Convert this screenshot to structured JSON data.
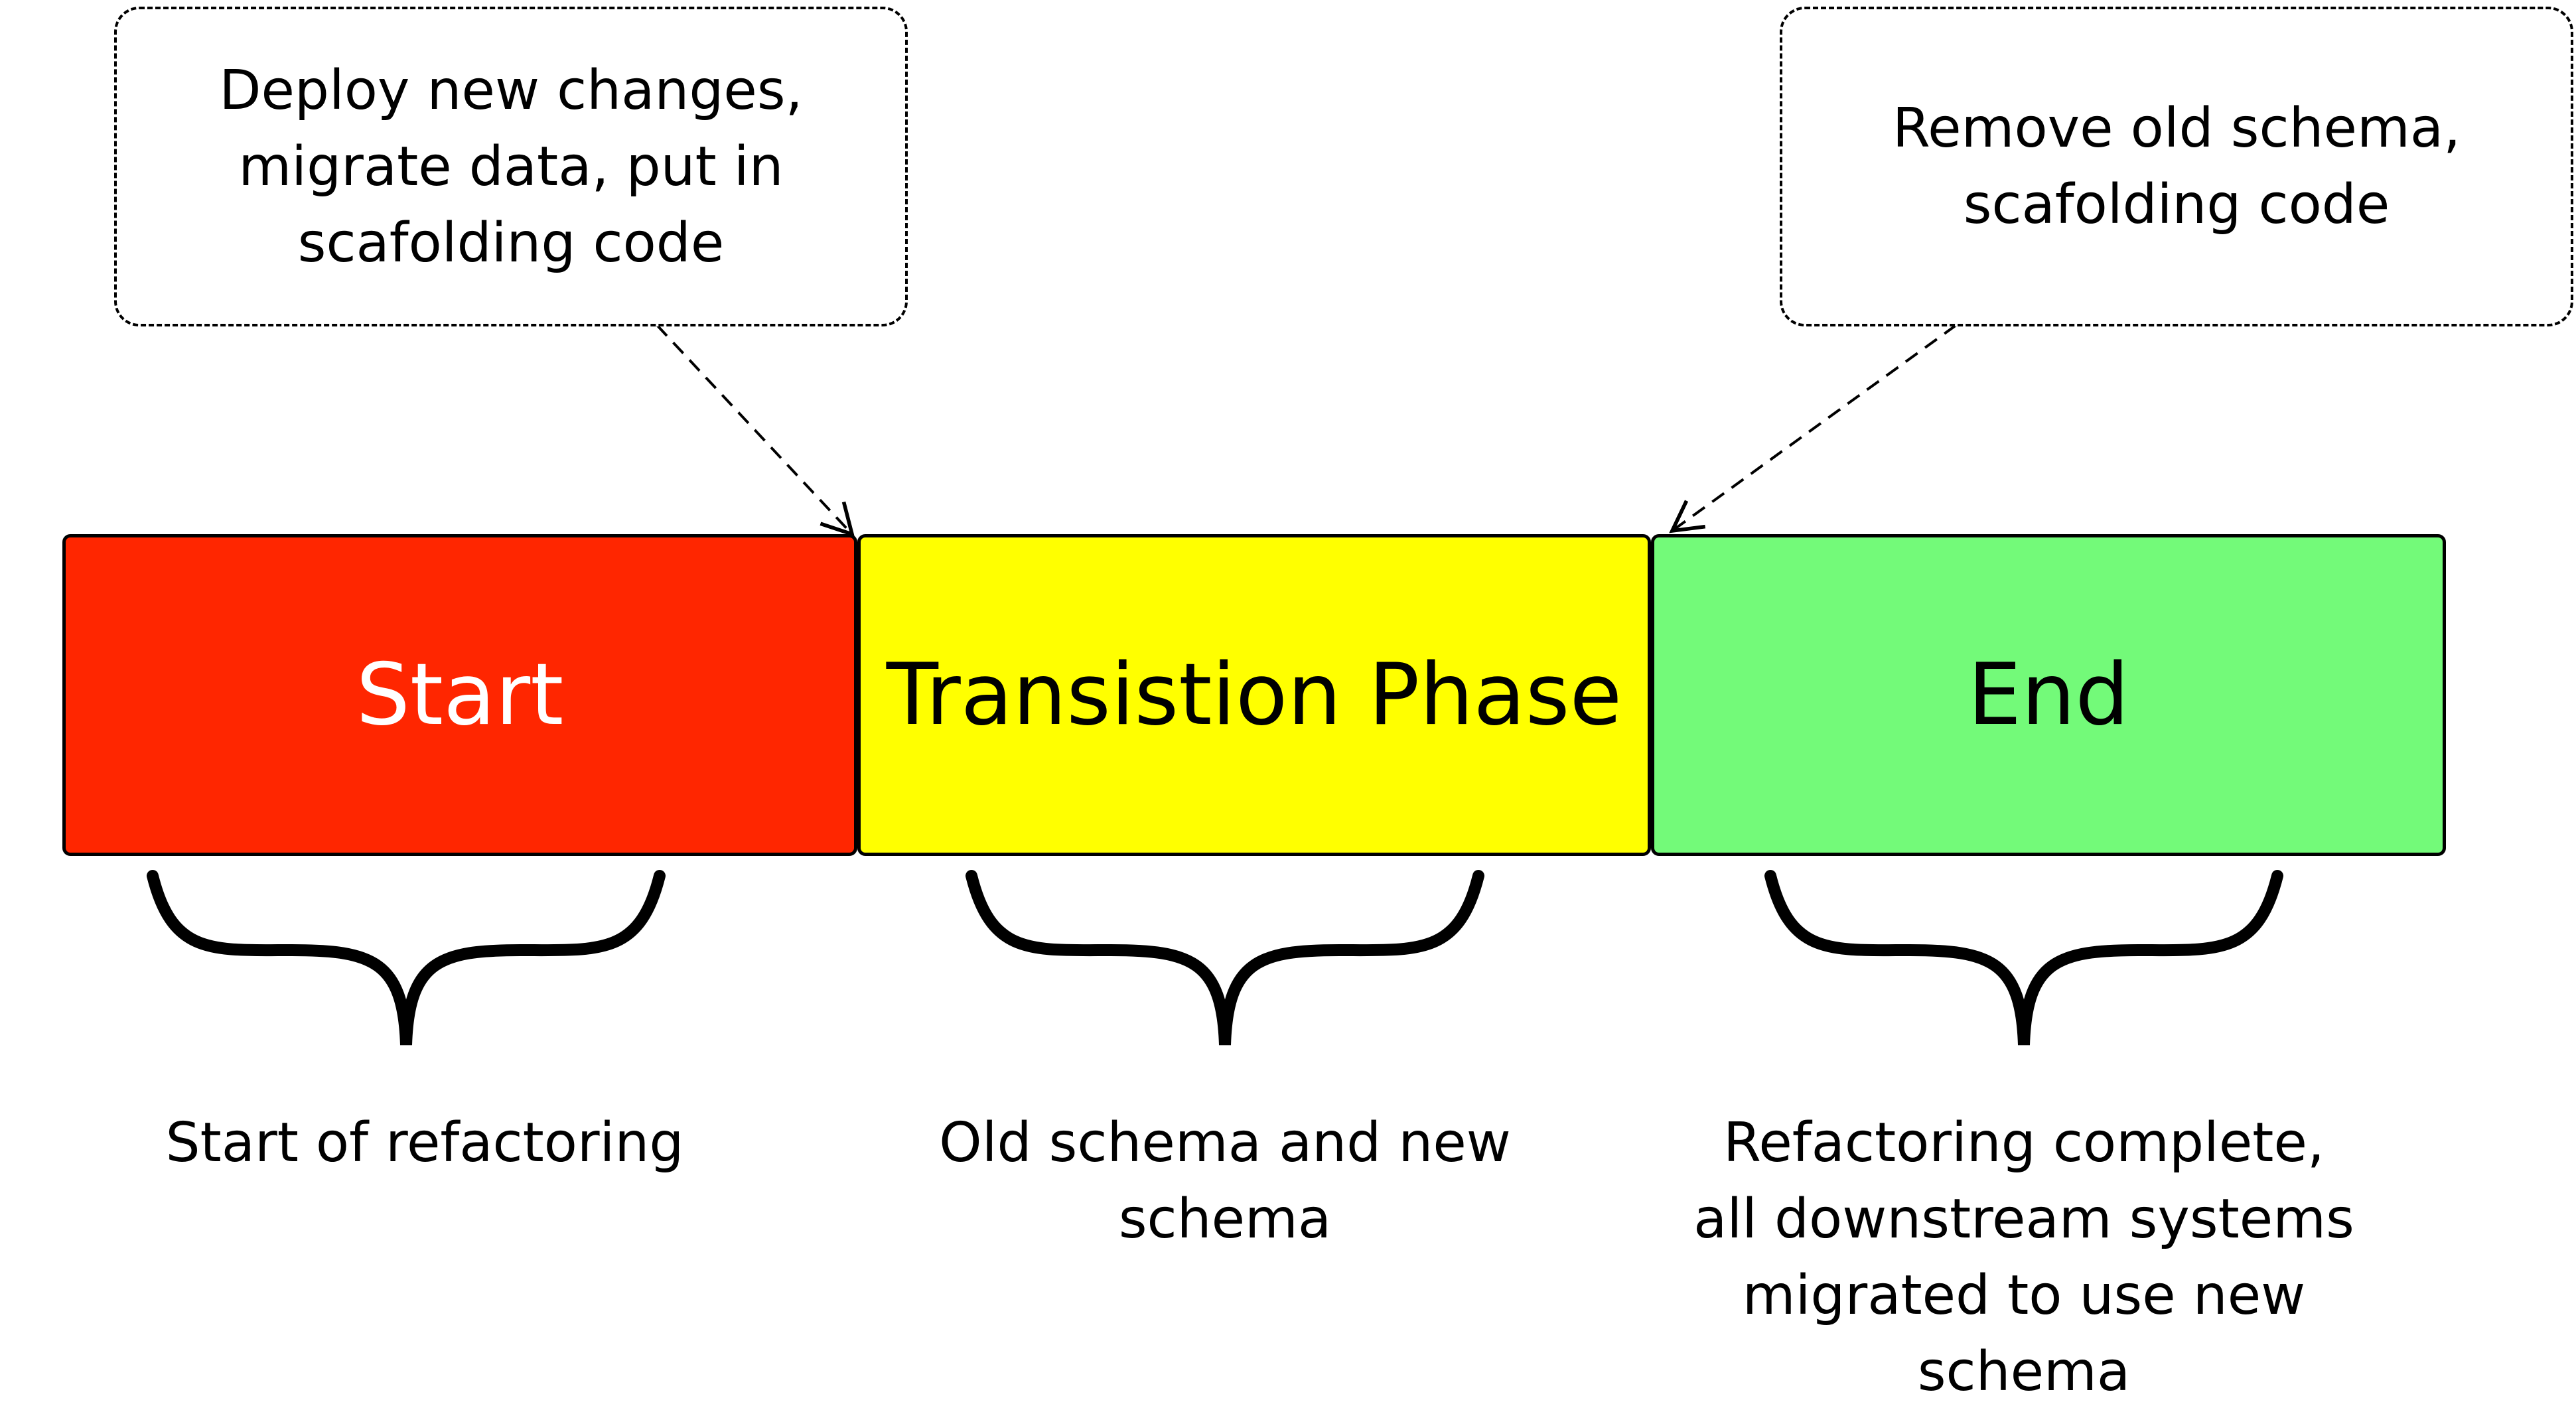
{
  "callouts": {
    "deploy": "Deploy new changes,\nmigrate data, put in\nscafolding code",
    "remove": "Remove old schema,\nscafolding code"
  },
  "phases": {
    "start": {
      "label": "Start",
      "color": "#ff2600",
      "text_color": "#ffffff"
    },
    "transition": {
      "label": "Transistion Phase",
      "color": "#ffff00",
      "text_color": "#000000"
    },
    "end": {
      "label": "End",
      "color": "#73fa79",
      "text_color": "#000000"
    }
  },
  "captions": {
    "start": "Start of refactoring",
    "transition": "Old schema and new\nschema",
    "end": "Refactoring complete,\nall downstream systems\nmigrated to use new\nschema"
  }
}
